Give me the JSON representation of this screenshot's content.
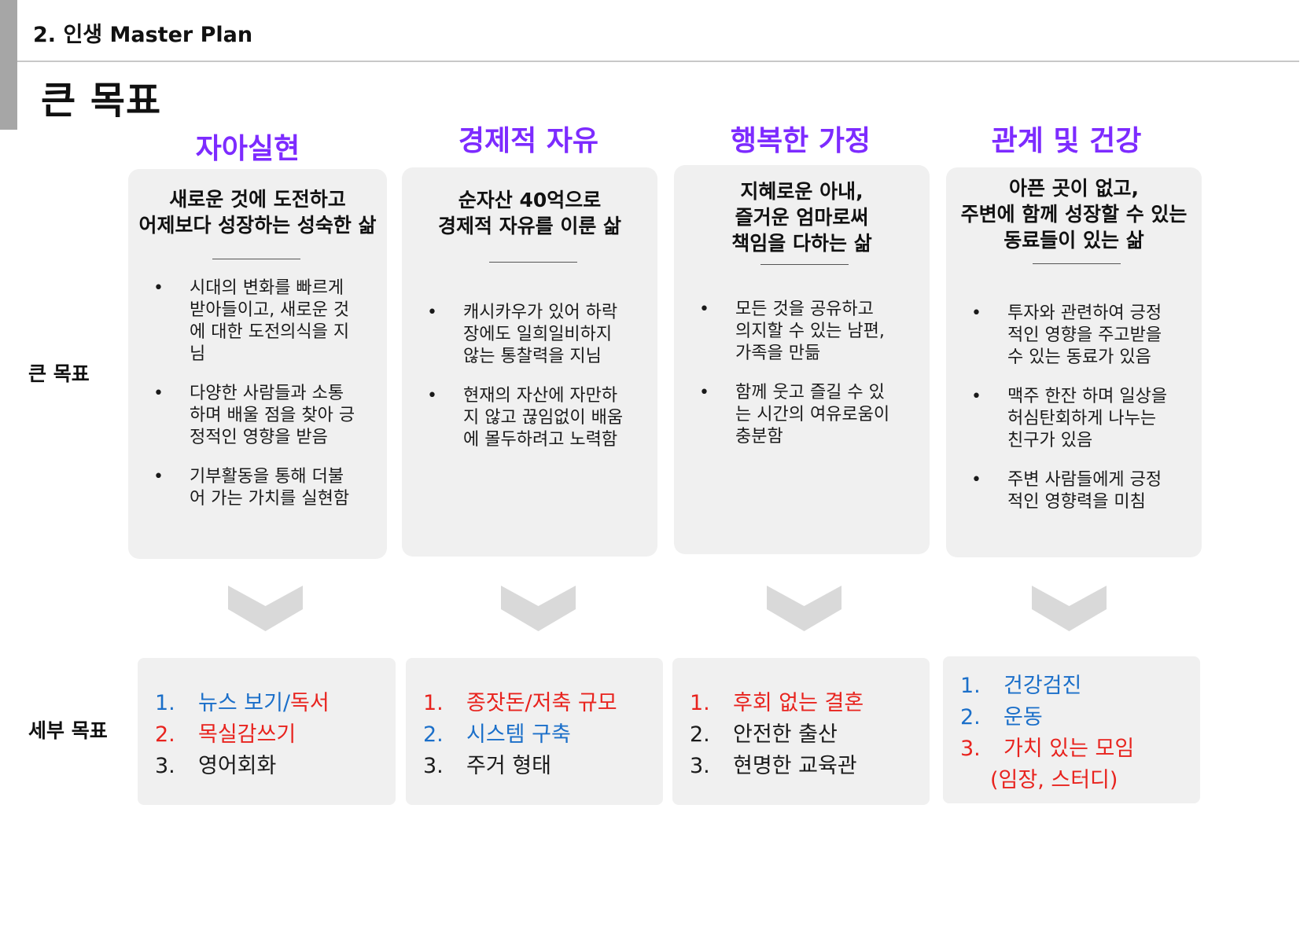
{
  "header": {
    "title": "2. 인생 Master Plan"
  },
  "page_title": "큰 목표",
  "row_labels": {
    "big_goal": "큰 목표",
    "detail_goal": "세부 목표"
  },
  "colors": {
    "category_title": "#7d2bff",
    "blue": "#1b6fc9",
    "red": "#e8231e",
    "card_bg": "#f0f0f0",
    "side_bar": "#a6a6a6"
  },
  "columns": [
    {
      "category": "자아실현",
      "heading": [
        "새로운 것에 도전하고",
        "어제보다 성장하는 성숙한 삶"
      ],
      "bullets": [
        [
          "시대의 변화를 빠르게",
          "받아들이고, 새로운 것",
          "에 대한 도전의식을 지",
          "님"
        ],
        [
          "다양한 사람들과 소통",
          "하며 배울 점을 찾아 긍",
          "정적인 영향을 받음"
        ],
        [
          "기부활동을 통해 더불",
          "어 가는 가치를 실현함"
        ]
      ],
      "details": [
        {
          "num": "1.",
          "parts": [
            {
              "text": "뉴스 보기/",
              "color": "blue"
            },
            {
              "text": "독서",
              "color": "red"
            }
          ]
        },
        {
          "num": "2.",
          "num_color": "red",
          "parts": [
            {
              "text": "목실감쓰기",
              "color": "red"
            }
          ]
        },
        {
          "num": "3.",
          "num_color": "black",
          "parts": [
            {
              "text": "영어회화",
              "color": "black"
            }
          ]
        }
      ]
    },
    {
      "category": "경제적 자유",
      "heading": [
        "순자산 40억으로",
        "경제적 자유를 이룬 삶"
      ],
      "bullets": [
        [
          "캐시카우가 있어  하락",
          "장에도 일희일비하지",
          "않는 통찰력을 지님"
        ],
        [
          "현재의 자산에 자만하",
          "지 않고 끊임없이 배움",
          "에 몰두하려고 노력함"
        ]
      ],
      "details": [
        {
          "num": "1.",
          "num_color": "red",
          "parts": [
            {
              "text": "종잣돈/저축 규모",
              "color": "red"
            }
          ]
        },
        {
          "num": "2.",
          "num_color": "blue",
          "parts": [
            {
              "text": "시스템 구축",
              "color": "blue"
            }
          ]
        },
        {
          "num": "3.",
          "num_color": "black",
          "parts": [
            {
              "text": "주거 형태",
              "color": "black"
            }
          ]
        }
      ]
    },
    {
      "category": "행복한 가정",
      "heading": [
        "지혜로운 아내,",
        "즐거운 엄마로써",
        "책임을 다하는 삶"
      ],
      "bullets": [
        [
          "모든 것을 공유하고",
          "의지할 수 있는 남편,",
          "가족을 만듦"
        ],
        [
          "함께 웃고 즐길 수 있",
          "는 시간의 여유로움이",
          "충분함"
        ]
      ],
      "details": [
        {
          "num": "1.",
          "num_color": "red",
          "parts": [
            {
              "text": "후회 없는 결혼",
              "color": "red"
            }
          ]
        },
        {
          "num": "2.",
          "num_color": "black",
          "parts": [
            {
              "text": "안전한 출산",
              "color": "black"
            }
          ]
        },
        {
          "num": "3.",
          "num_color": "black",
          "parts": [
            {
              "text": "현명한 교육관",
              "color": "black"
            }
          ]
        }
      ]
    },
    {
      "category": "관계 및 건강",
      "heading": [
        "아픈 곳이 없고,",
        "주변에 함께 성장할 수 있는",
        "동료들이 있는 삶"
      ],
      "bullets": [
        [
          "투자와 관련하여 긍정",
          "적인 영향을 주고받을",
          "수 있는 동료가 있음"
        ],
        [
          "맥주 한잔 하며 일상을",
          "허심탄회하게 나누는",
          "친구가 있음"
        ],
        [
          "주변 사람들에게 긍정",
          "적인 영향력을 미침"
        ]
      ],
      "details": [
        {
          "num": "1.",
          "num_color": "blue",
          "parts": [
            {
              "text": "건강검진",
              "color": "blue"
            }
          ]
        },
        {
          "num": "2.",
          "num_color": "blue",
          "parts": [
            {
              "text": "운동",
              "color": "blue"
            }
          ]
        },
        {
          "num": "3.",
          "num_color": "red",
          "parts": [
            {
              "text": "가치 있는 모임",
              "color": "red"
            }
          ]
        }
      ],
      "detail_sub": "(임장, 스터디)"
    }
  ]
}
